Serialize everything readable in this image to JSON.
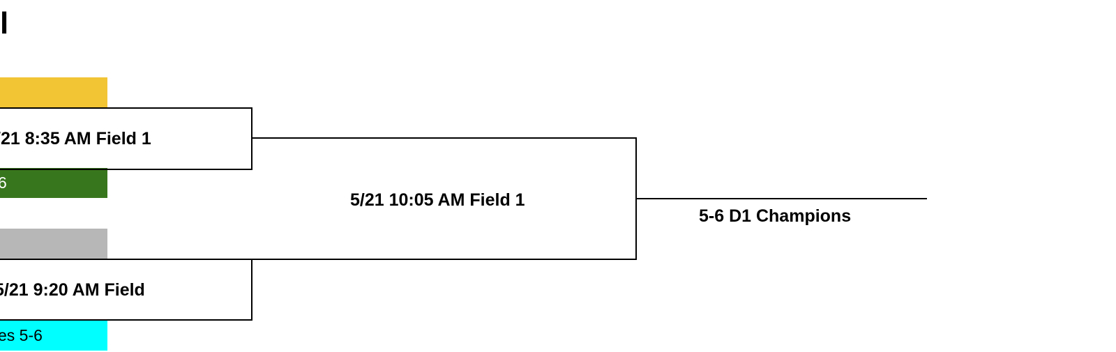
{
  "bracket": {
    "title_fragment": "l",
    "teams": [
      {
        "label": "",
        "color": "#F2C535",
        "text_color": "#000000"
      },
      {
        "label": "6",
        "color": "#38761D",
        "text_color": "#ffffff"
      },
      {
        "label": "",
        "color": "#B7B7B7",
        "text_color": "#000000"
      },
      {
        "label": "es 5-6",
        "color": "#00FFFF",
        "text_color": "#000000"
      }
    ],
    "games": [
      {
        "label": "/21 8:35 AM Field 1"
      },
      {
        "label": "5/21 9:20 AM Field"
      },
      {
        "label": "5/21 10:05 AM Field 1"
      }
    ],
    "champion_label": "5-6 D1 Champions",
    "line_color": "#000000"
  }
}
